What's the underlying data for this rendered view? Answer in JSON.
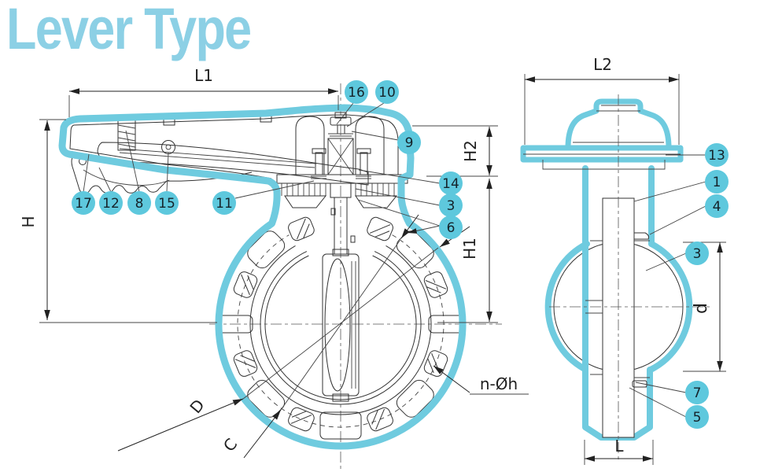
{
  "title": "Lever Type",
  "colors": {
    "accent": "#5ec8dd",
    "outline": "#6fcbdf",
    "title": "#8cd0e5",
    "line": "#333333"
  },
  "dimensions": {
    "L1": "L1",
    "H": "H",
    "H1": "H1",
    "H2": "H2",
    "D": "D",
    "C": "C",
    "n_oh": "n-Øh",
    "L2": "L2",
    "d": "d",
    "L": "L"
  },
  "callouts": {
    "1": "1",
    "3": "3",
    "4": "4",
    "5": "5",
    "6": "6",
    "7": "7",
    "8": "8",
    "9": "9",
    "10": "10",
    "11": "11",
    "12": "12",
    "13": "13",
    "14": "14",
    "15": "15",
    "16": "16",
    "17": "17"
  }
}
